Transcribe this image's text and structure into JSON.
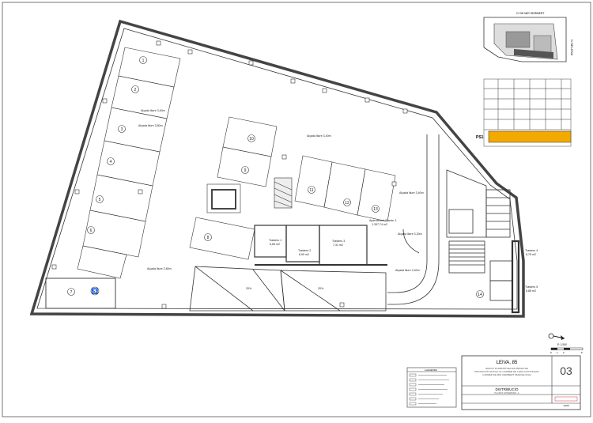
{
  "title_block": {
    "project_name": "LEIVA, 85",
    "description_lines": [
      "EDIFICI D'HABITATGES EN RÈGIM DE",
      "PROTECCIÓ OFICIAL AL CARRER DE LEIVA CANTONADA",
      "CARRER DE MIR GERIBERT (BARCELONA)"
    ],
    "drawing_title": "DISTRIBUCIÓ",
    "drawing_subtitle": "PLANTA SOTERRANI -1",
    "sheet_number": "03",
    "scale": "1/100"
  },
  "legend": {
    "heading": "LLEGENDA"
  },
  "key_plan": {
    "street_top": "C/ DE MIR GERIBERT",
    "street_right": "C/ DE LEIVA"
  },
  "section": {
    "level_label": "PS1"
  },
  "rooms": {
    "zone_1_height": "Alçada lliure 3,40m",
    "zone_2_height": "Alçada lliure 3,80m",
    "zone_3_height": "Alçada lliure 3,40m",
    "zone_4_height": "Alçada lliure 3,40m",
    "zone_5_height": "Alçada lliure 3,30m",
    "zone_6_height": "Alçada lliure 2,80m",
    "zone_7_height": "Alçada lliure 2,40m",
    "aparcament": "Aparcament Planta -1",
    "aparcament_area": "1.397,74 m2",
    "trastero_1": "Trastero 1",
    "trastero_1_area": "6,65 m2",
    "trastero_2": "Trastero 2",
    "trastero_2_area": "6,90 m2",
    "trastero_3": "Trastero 3",
    "trastero_3_area": "7,31 m2",
    "trastero_4": "Trastero 4",
    "trastero_4_area": "6,78 m2",
    "trastero_5": "Trastero 5",
    "trastero_5_area": "6,88 m2",
    "ramp_1": "20%",
    "ramp_2": "20%"
  },
  "parking_numbers": [
    "1",
    "2",
    "3",
    "4",
    "5",
    "6",
    "7",
    "8",
    "9",
    "10",
    "11",
    "12",
    "13",
    "14"
  ],
  "scale_bar": {
    "label": "E: 1/100",
    "ticks": [
      "0",
      "1",
      "2",
      "5"
    ]
  }
}
